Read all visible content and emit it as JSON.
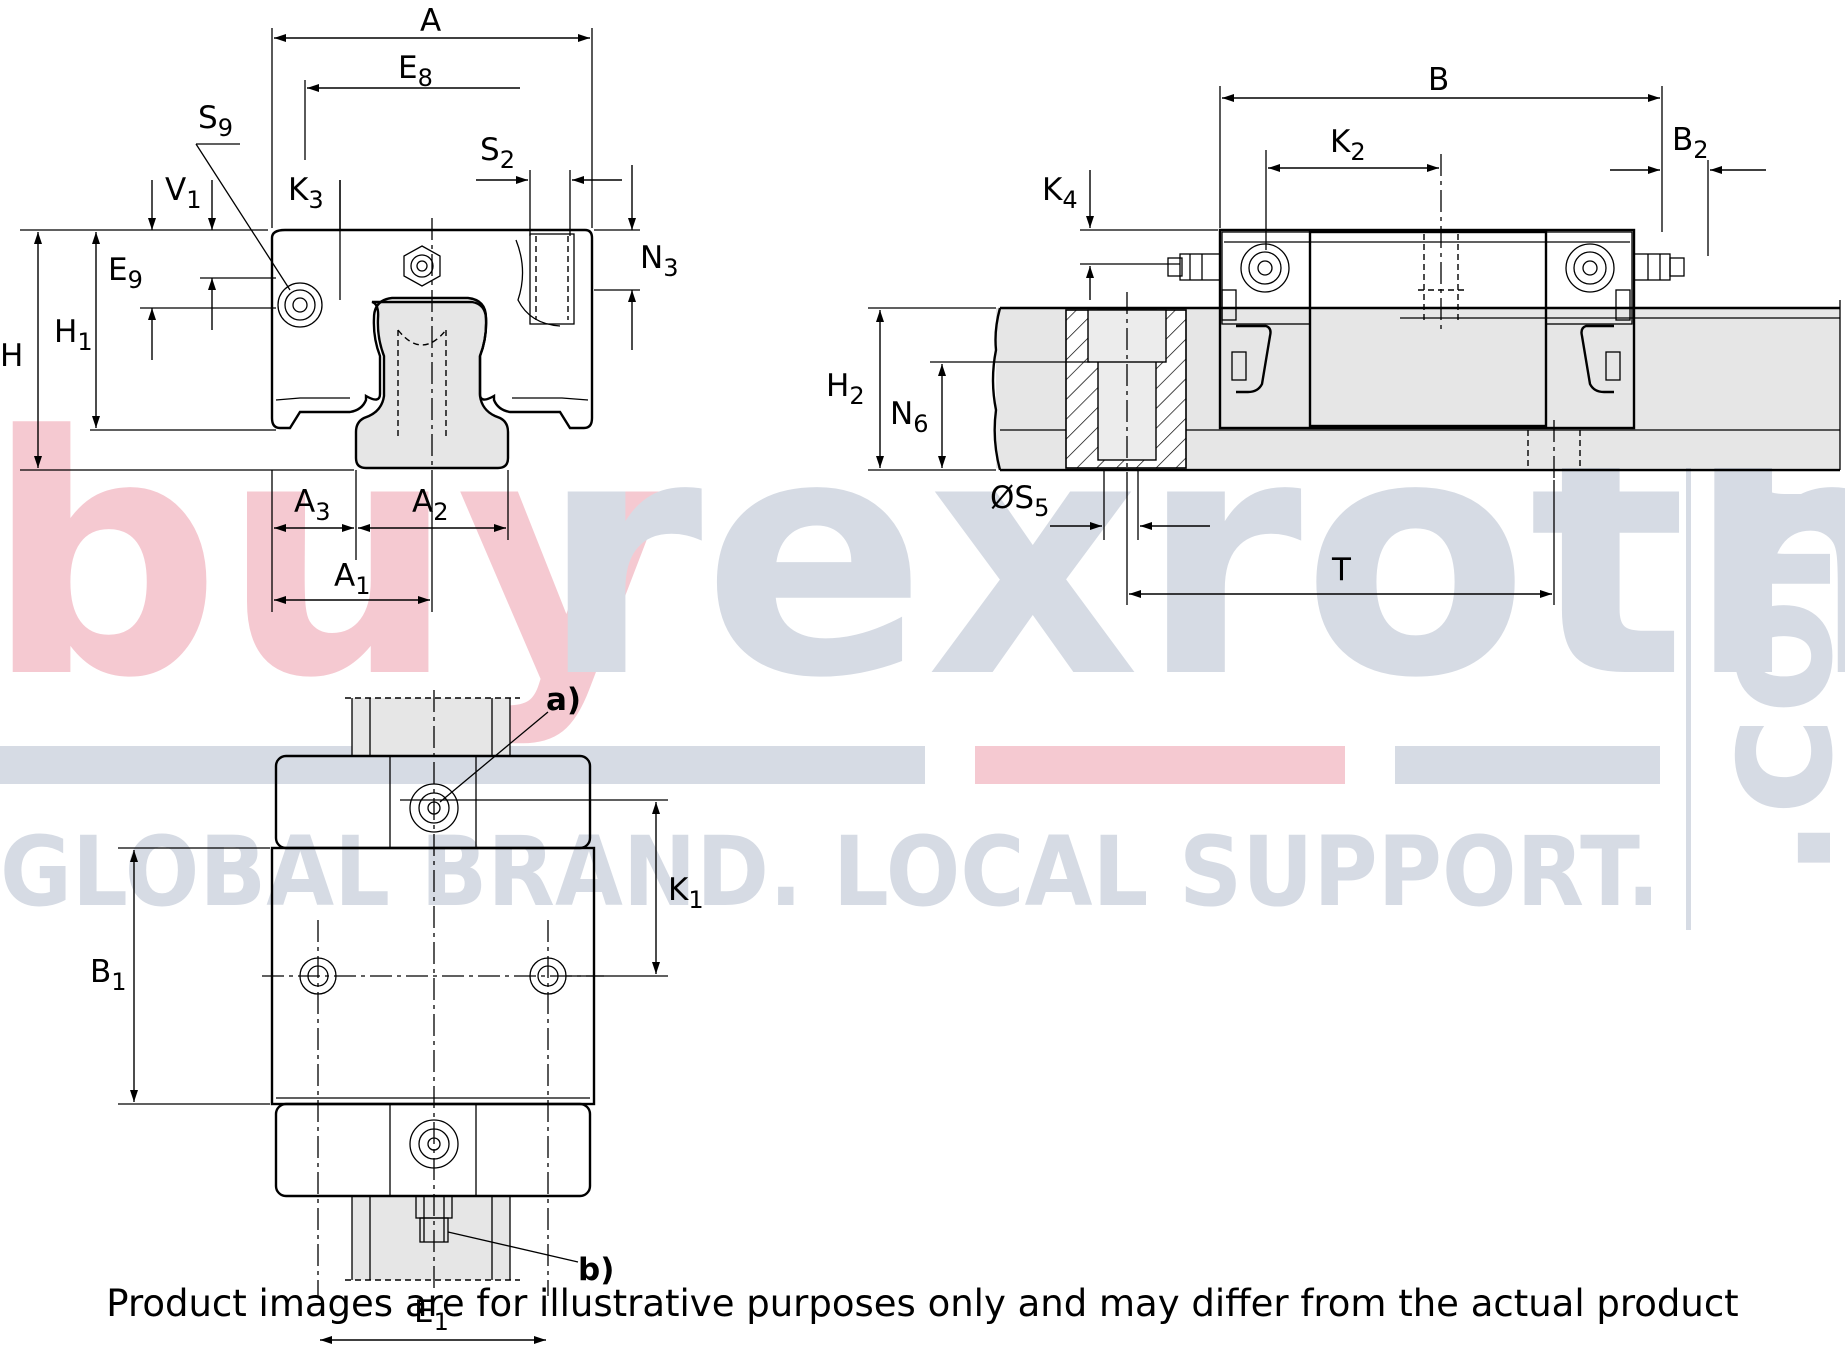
{
  "watermark": {
    "brand_part1": "buy",
    "brand_part2": "rexroth",
    "brand_suffix": ".com",
    "tagline": "GLOBAL BRAND. LOCAL SUPPORT.",
    "color_red": "#f2b8c2",
    "color_grey": "#c9d0dc"
  },
  "front_view_labels": {
    "A": "A",
    "E8_main": "E",
    "E8_sub": "8",
    "S9_main": "S",
    "S9_sub": "9",
    "V1_main": "V",
    "V1_sub": "1",
    "K3_main": "K",
    "K3_sub": "3",
    "S2_main": "S",
    "S2_sub": "2",
    "N3_main": "N",
    "N3_sub": "3",
    "E9_main": "E",
    "E9_sub": "9",
    "H": "H",
    "H1_main": "H",
    "H1_sub": "1",
    "A3_main": "A",
    "A3_sub": "3",
    "A2_main": "A",
    "A2_sub": "2",
    "A1_main": "A",
    "A1_sub": "1"
  },
  "side_view_labels": {
    "B": "B",
    "K2_main": "K",
    "K2_sub": "2",
    "B2_main": "B",
    "B2_sub": "2",
    "K4_main": "K",
    "K4_sub": "4",
    "H2_main": "H",
    "H2_sub": "2",
    "N6_main": "N",
    "N6_sub": "6",
    "S5_main": "ØS",
    "S5_sub": "5",
    "T": "T"
  },
  "top_view_labels": {
    "a": "a)",
    "b": "b)",
    "K1_main": "K",
    "K1_sub": "1",
    "B1_main": "B",
    "B1_sub": "1",
    "E1_main": "E",
    "E1_sub": "1"
  },
  "caption": "Product images are for illustrative purposes only and may differ from the actual product"
}
